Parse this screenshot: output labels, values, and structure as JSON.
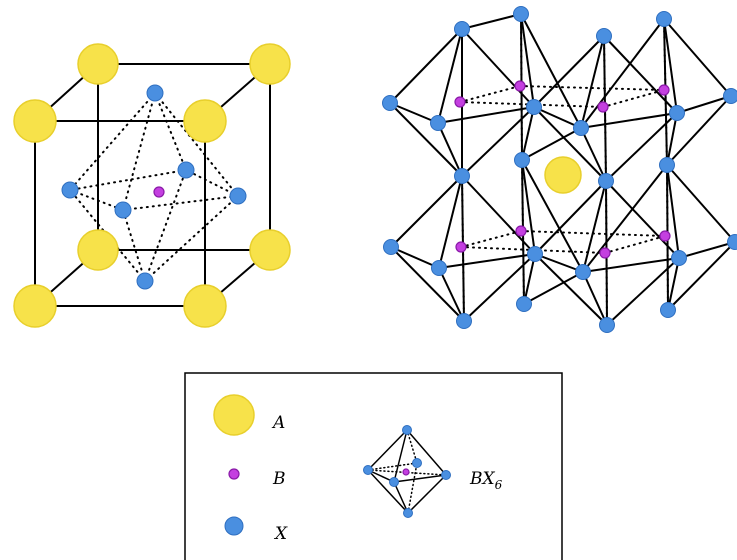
{
  "colors": {
    "a_fill": "#f7e24a",
    "a_stroke": "#e8cf2c",
    "b_fill": "#c43fe0",
    "b_stroke": "#8a1aa8",
    "x_fill": "#4a8fe0",
    "x_stroke": "#2f6fc0",
    "line": "#000000"
  },
  "legend": {
    "a_label": "A",
    "b_label": "B",
    "x_label": "X",
    "octahedron_label_main": "BX",
    "octahedron_label_sub": "6"
  }
}
